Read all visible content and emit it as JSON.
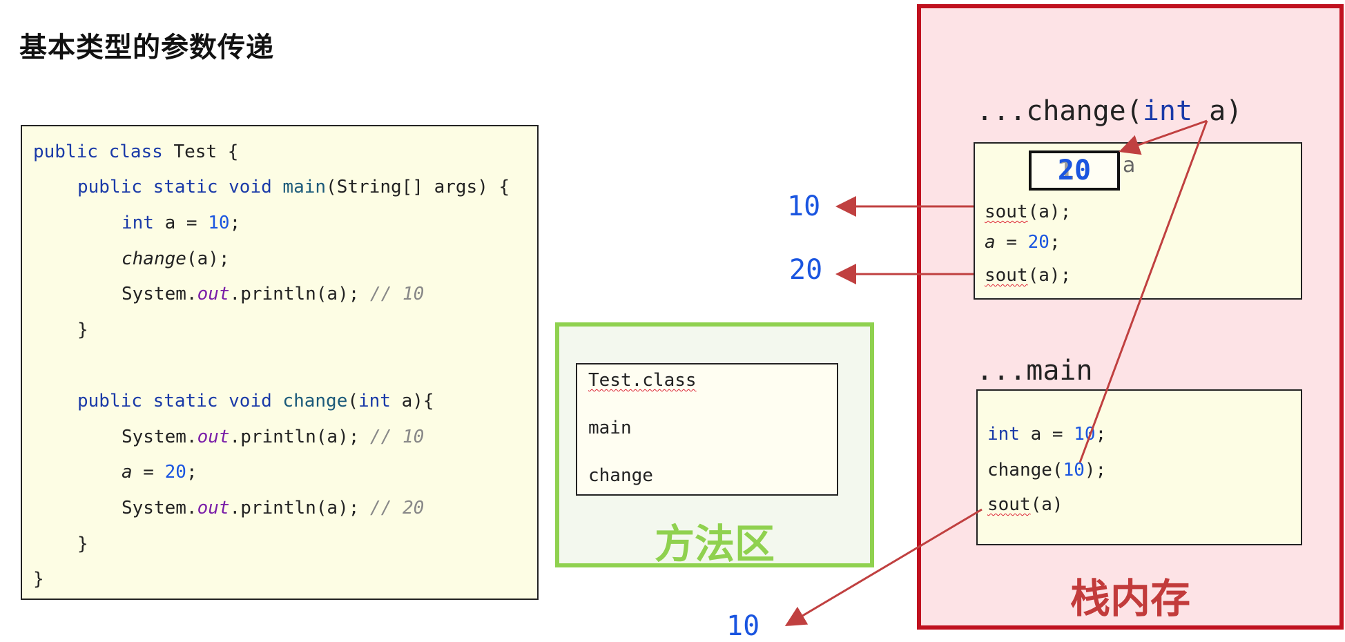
{
  "title": "基本类型的参数传递",
  "code": {
    "l1_kw": "public class",
    "l1_rest": " Test {",
    "l2_kw": "public static void",
    "l2_fn": "main",
    "l2_rest": "(String[] args) {",
    "l3_kw": "int",
    "l3_mid": " a = ",
    "l3_num": "10",
    "l3_end": ";",
    "l4_fn": "change",
    "l4_rest": "(a);",
    "l5_a": "System.",
    "l5_field": "out",
    "l5_b": ".println(a); ",
    "l5_cm": "// 10",
    "l6": "}",
    "l7_kw": "public static void",
    "l7_fn": "change",
    "l7_p": "(",
    "l7_kw2": "int",
    "l7_rest": " a){",
    "l8_a": "System.",
    "l8_field": "out",
    "l8_b": ".println(a); ",
    "l8_cm": "// 10",
    "l9_var": "a",
    "l9_mid": " = ",
    "l9_num": "20",
    "l9_end": ";",
    "l10_a": "System.",
    "l10_field": "out",
    "l10_b": ".println(a); ",
    "l10_cm": "// 20",
    "l11": "}",
    "l12": "}"
  },
  "method_area": {
    "label": "方法区",
    "class_name": "Test.class",
    "items": [
      "main",
      "change"
    ]
  },
  "stack": {
    "label": "栈内存",
    "change_frame": {
      "label": "...change(",
      "label_kw": "int",
      "label_end": " a)",
      "var_value_new": "20",
      "var_value_old": "10",
      "var_name": "a",
      "line1_a": "sout",
      "line1_b": "(a);",
      "line2_var": "a",
      "line2_mid": " = ",
      "line2_num": "20",
      "line2_end": ";",
      "line3_a": "sout",
      "line3_b": "(a);"
    },
    "main_frame": {
      "label": "...main",
      "line1_kw": "int",
      "line1_mid": " a = ",
      "line1_num": "10",
      "line1_end": ";",
      "line2_a": "change(",
      "line2_num": "10",
      "line2_end": ");",
      "line3_a": "sout",
      "line3_b": "(a)"
    }
  },
  "outputs": [
    "10",
    "20",
    "10"
  ],
  "colors": {
    "method_area_border": "#8fd14f",
    "stack_border": "#c0111f",
    "stack_bg": "#fde3e6",
    "code_bg": "#fdfde4",
    "number_blue": "#1a55e0",
    "arrow_red": "#c04040"
  }
}
